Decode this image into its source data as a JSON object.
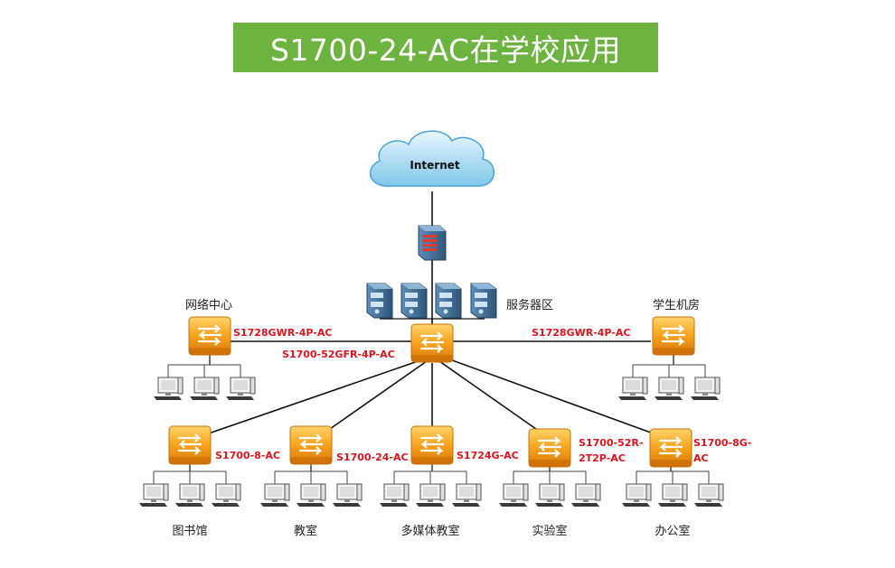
{
  "title": "S1700-24-AC在学校应用",
  "internet_label": "Internet",
  "zones": {
    "server_zone": "服务器区",
    "network_center": "网络中心",
    "student_lab": "学生机房",
    "library": "图书馆",
    "classroom": "教室",
    "multimedia_classroom": "多媒体教室",
    "laboratory": "实验室",
    "office": "办公室"
  },
  "switches": {
    "core": "S1700-52GFR-4P-AC",
    "network_center": "S1728GWR-4P-AC",
    "student_lab": "S1728GWR-4P-AC",
    "library": "S1700-8-AC",
    "classroom": "S1700-24-AC",
    "multimedia": "S1724G-AC",
    "laboratory_line1": "S1700-52R-",
    "laboratory_line2": "2T2P-AC",
    "office_line1": "S1700-8G-",
    "office_line2": "AC"
  },
  "colors": {
    "title_bg": "#6db33f",
    "label_red": "#e0141e",
    "switch_orange": "#f7a21b",
    "server_blue": "#3f6f99"
  }
}
